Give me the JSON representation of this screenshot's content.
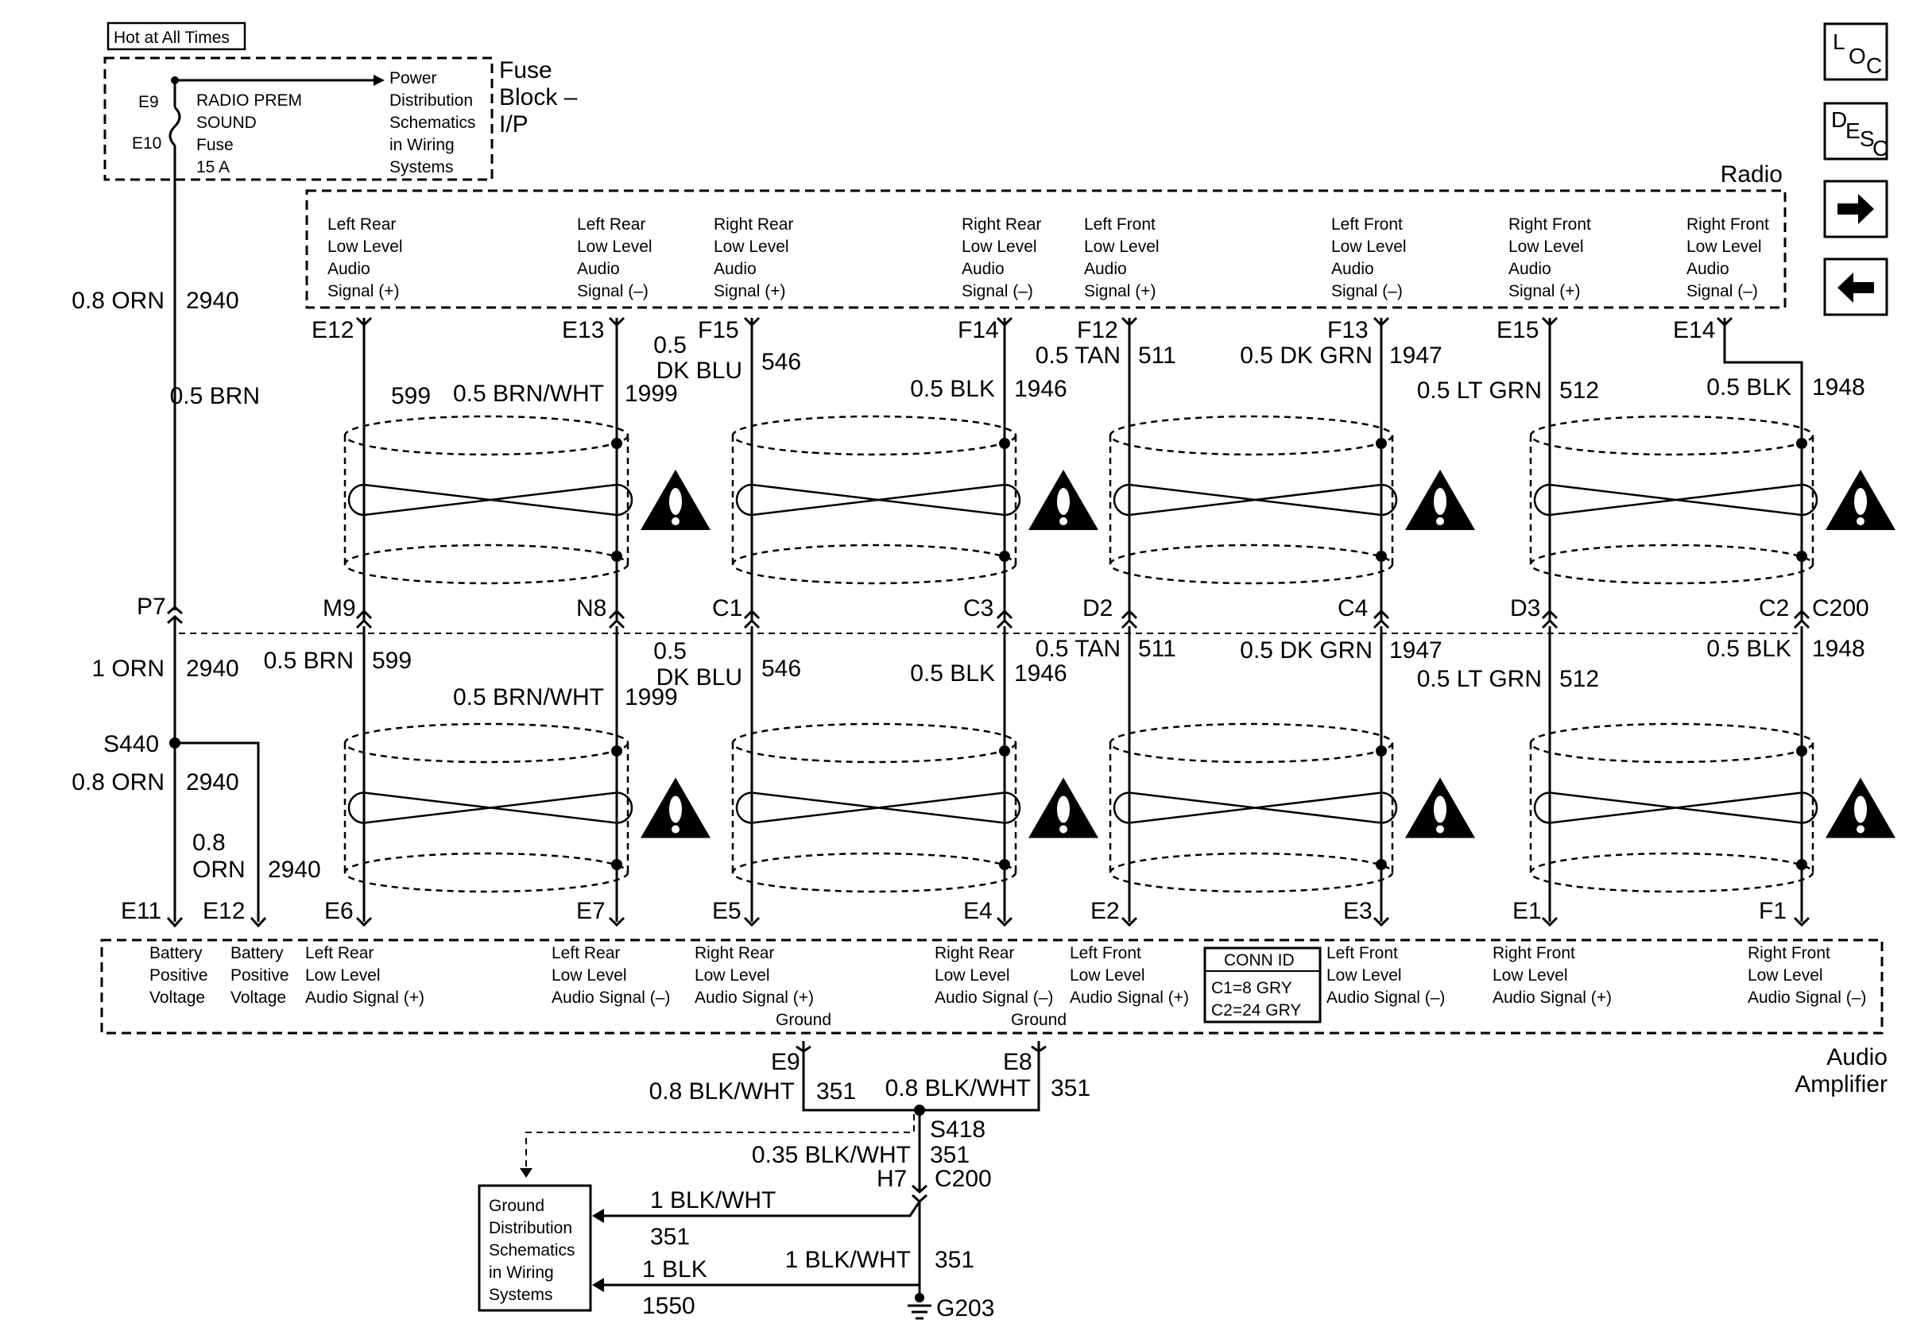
{
  "labels": {
    "hot": "Hot at All Times",
    "fuse_pin_top": "E9",
    "fuse_pin_bottom": "E10",
    "fuse_desc": [
      "RADIO PREM",
      "SOUND",
      "Fuse",
      "15 A"
    ],
    "power_dist": [
      "Power",
      "Distribution",
      "Schematics",
      "in Wiring",
      "Systems"
    ],
    "fuse_block": [
      "Fuse",
      "Block –",
      "I/P"
    ],
    "radio": "Radio",
    "amp": [
      "Audio",
      "Amplifier"
    ],
    "ground_dist": [
      "Ground",
      "Distribution",
      "Schematics",
      "in Wiring",
      "Systems"
    ],
    "conn_id": [
      "CONN ID",
      "C1=8 GRY",
      "C2=24 GRY"
    ],
    "ground": "Ground",
    "c200": "C200"
  },
  "nav": [
    {
      "name": "loc-button",
      "main": "L",
      "sub": "OC"
    },
    {
      "name": "desc-button",
      "main": "D",
      "sub": "ESC"
    },
    {
      "name": "next-page-button",
      "glyph": "→"
    },
    {
      "name": "prev-page-button",
      "glyph": "←"
    }
  ],
  "radio_signals": [
    [
      "Left Rear",
      "Low Level",
      "Audio",
      "Signal (+)"
    ],
    [
      "Left Rear",
      "Low Level",
      "Audio",
      "Signal (–)"
    ],
    [
      "Right Rear",
      "Low Level",
      "Audio",
      "Signal (+)"
    ],
    [
      "Right Rear",
      "Low Level",
      "Audio",
      "Signal (–)"
    ],
    [
      "Left Front",
      "Low Level",
      "Audio",
      "Signal (+)"
    ],
    [
      "Left Front",
      "Low Level",
      "Audio",
      "Signal (–)"
    ],
    [
      "Right Front",
      "Low Level",
      "Audio",
      "Signal (+)"
    ],
    [
      "Right Front",
      "Low Level",
      "Audio",
      "Signal (–)"
    ]
  ],
  "radio_pins": [
    "E12",
    "E13",
    "F15",
    "F14",
    "F12",
    "F13",
    "E15",
    "E14"
  ],
  "c200_pins": [
    "M9",
    "N8",
    "C1",
    "C3",
    "D2",
    "C4",
    "D3",
    "C2"
  ],
  "amp_pins": [
    "E6",
    "E7",
    "E5",
    "E4",
    "E2",
    "E3",
    "E1",
    "F1"
  ],
  "upper_wires": [
    {
      "color": "0.5 BRN",
      "circuit": "599"
    },
    {
      "color": "0.5 BRN/WHT",
      "circuit": "1999"
    },
    {
      "color": [
        "0.5",
        "DK BLU"
      ],
      "circuit": "546"
    },
    {
      "color": "0.5 BLK",
      "circuit": "1946"
    },
    {
      "color": "0.5 TAN",
      "circuit": "511"
    },
    {
      "color": "0.5 DK GRN",
      "circuit": "1947"
    },
    {
      "color": "0.5 LT GRN",
      "circuit": "512"
    },
    {
      "color": "0.5 BLK",
      "circuit": "1948"
    }
  ],
  "lower_wires": [
    {
      "color": "0.5 BRN",
      "circuit": "599"
    },
    {
      "color": "0.5 BRN/WHT",
      "circuit": "1999"
    },
    {
      "color": [
        "0.5",
        "DK BLU"
      ],
      "circuit": "546"
    },
    {
      "color": "0.5 BLK",
      "circuit": "1946"
    },
    {
      "color": "0.5 TAN",
      "circuit": "511"
    },
    {
      "color": "0.5 DK GRN",
      "circuit": "1947"
    },
    {
      "color": "0.5 LT GRN",
      "circuit": "512"
    },
    {
      "color": "0.5 BLK",
      "circuit": "1948"
    }
  ],
  "amp_signals": [
    [
      "Battery",
      "Positive",
      "Voltage"
    ],
    [
      "Battery",
      "Positive",
      "Voltage"
    ],
    [
      "Left Rear",
      "Low Level",
      "Audio Signal (+)"
    ],
    [
      "Left Rear",
      "Low Level",
      "Audio Signal (–)"
    ],
    [
      "Right Rear",
      "Low Level",
      "Audio Signal (+)"
    ],
    [
      "Right Rear",
      "Low Level",
      "Audio Signal (–)"
    ],
    [
      "Left Front",
      "Low Level",
      "Audio Signal (+)"
    ],
    [
      "Left Front",
      "Low Level",
      "Audio Signal (–)"
    ],
    [
      "Right Front",
      "Low Level",
      "Audio Signal (+)"
    ],
    [
      "Right Front",
      "Low Level",
      "Audio Signal (–)"
    ]
  ],
  "power": {
    "wire1_color": "0.8 ORN",
    "wire1_circuit": "2940",
    "p7": "P7",
    "wire2_color": "1 ORN",
    "wire2_circuit": "2940",
    "splice": "S440",
    "wire3_color": "0.8 ORN",
    "wire3_circuit": "2940",
    "wire4_color": [
      "0.8",
      "ORN"
    ],
    "wire4_circuit": "2940",
    "pin_e11": "E11",
    "pin_e12": "E12"
  },
  "ground_circuit": {
    "e9": "E9",
    "e8": "E8",
    "w1_color": "0.8 BLK/WHT",
    "w1_circuit": "351",
    "w2_color": "0.8 BLK/WHT",
    "w2_circuit": "351",
    "splice": "S418",
    "w3_color": "0.35 BLK/WHT",
    "w3_circuit": "351",
    "h7": "H7",
    "c200": "C200",
    "w4_color": "1 BLK/WHT",
    "w4_circuit": "351",
    "w5_color": "1 BLK",
    "w5_circuit": "1550",
    "w6_color": "1 BLK/WHT",
    "w6_circuit": "351",
    "g203": "G203"
  },
  "colors": {
    "ink": "#000000",
    "background": "#ffffff"
  }
}
